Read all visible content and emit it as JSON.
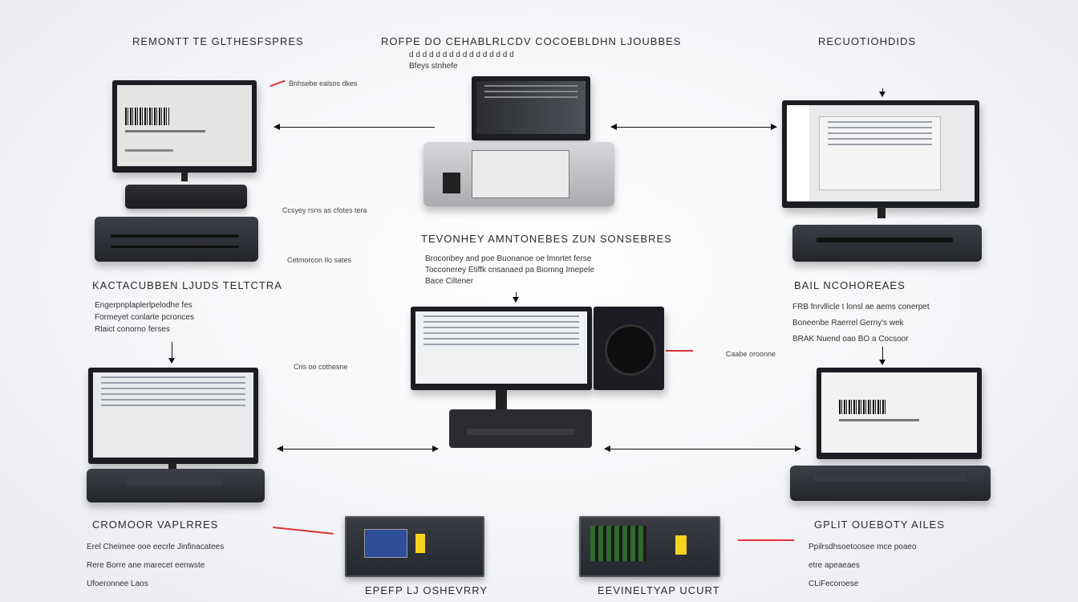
{
  "titles": {
    "top_left": "REMONTT TE GLTHESFSPRES",
    "top_center": "ROFPE DO CEHABLRLCDV COCOEBLDHN LJOUBBES",
    "top_right": "RECUOTIOHDIDS",
    "center_mid": "TEVONHEY AMNTONEBES ZUN SONSEBRES",
    "mid_left": "KACTACUBBEN LJUDS TELTCTRA",
    "mid_right": "BAIL NCOHOREAES",
    "bottom_left": "CROMOOR VAPLRRES",
    "bottom_center_left": "EPEFP LJ OSHEVRRY",
    "bottom_center_right": "EEVINELTYAP UCURT",
    "bottom_right": "GPLIT OUEBOTY AILES"
  },
  "top_center_bullets": [
    "d d d d d d d d d d d d d d d d",
    "Bfeys stnhefe"
  ],
  "center_bullets": [
    "Broconbey and poe Buonanoe oe lmnrtet ferse",
    "Tocconerey Etiffk cnsanaed pa Biomng Imepele",
    "Bace Ciltener"
  ],
  "mid_left_bullets": [
    "Engerpnplaplerlpelodhe fes",
    "Formeyet conlarte pcronces",
    "Rlaict conorno ferses"
  ],
  "mid_right_bullets": [
    "FRB fnrvllicle t lonsl ae aems conerpet",
    "Boneenbe Raerrel Gerny's wek",
    "BRAK Nuend oao BO a Cocsoor"
  ],
  "bottom_left_bullets": [
    "Erel Cheimee ooe eecrle Jinfinacatees",
    "Rere Borre ane marecet eenwste",
    "Ufoeronnee Laos"
  ],
  "bottom_right_bullets": [
    "Ppilrsdhsoetoosee mce poaeo",
    "etre apeaeaes",
    "CLiFecoroese"
  ],
  "callouts": {
    "top_left_callout": "Bnhsebe ealsos dkes",
    "left_tower_callout": "Ccsyey rsns as cfotes tera",
    "left_keyboard_callout": "Cetmorcon Ilo sates",
    "center_left_callout": "Cris oo cothesne",
    "center_right_callout": "Caabe oroonne"
  },
  "colors": {
    "accent_red": "#d33333",
    "device_dark": "#1b1d22",
    "background": "#f3f4f7"
  }
}
